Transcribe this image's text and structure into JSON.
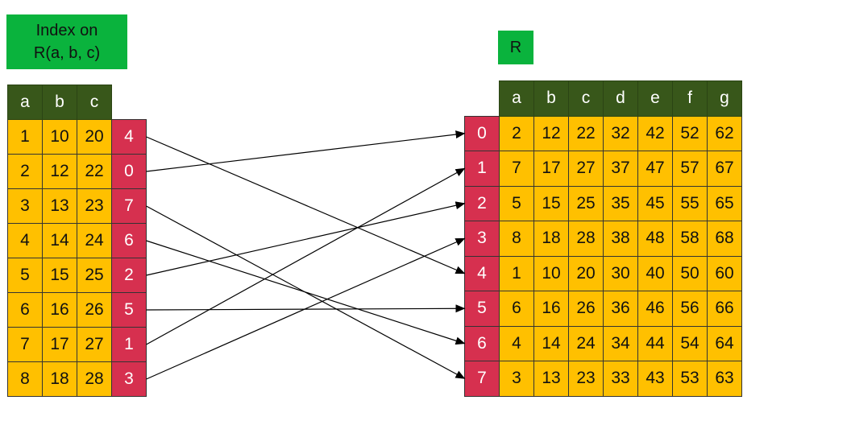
{
  "index_title": "Index on\nR(a, b, c)",
  "relation_title": "R",
  "index_table": {
    "headers": [
      "a",
      "b",
      "c"
    ],
    "rows": [
      {
        "a": "1",
        "b": "10",
        "c": "20",
        "ptr": "4"
      },
      {
        "a": "2",
        "b": "12",
        "c": "22",
        "ptr": "0"
      },
      {
        "a": "3",
        "b": "13",
        "c": "23",
        "ptr": "7"
      },
      {
        "a": "4",
        "b": "14",
        "c": "24",
        "ptr": "6"
      },
      {
        "a": "5",
        "b": "15",
        "c": "25",
        "ptr": "2"
      },
      {
        "a": "6",
        "b": "16",
        "c": "26",
        "ptr": "5"
      },
      {
        "a": "7",
        "b": "17",
        "c": "27",
        "ptr": "1"
      },
      {
        "a": "8",
        "b": "18",
        "c": "28",
        "ptr": "3"
      }
    ]
  },
  "relation_table": {
    "headers": [
      "a",
      "b",
      "c",
      "d",
      "e",
      "f",
      "g"
    ],
    "rows": [
      {
        "id": "0",
        "values": [
          "2",
          "12",
          "22",
          "32",
          "42",
          "52",
          "62"
        ]
      },
      {
        "id": "1",
        "values": [
          "7",
          "17",
          "27",
          "37",
          "47",
          "57",
          "67"
        ]
      },
      {
        "id": "2",
        "values": [
          "5",
          "15",
          "25",
          "35",
          "45",
          "55",
          "65"
        ]
      },
      {
        "id": "3",
        "values": [
          "8",
          "18",
          "28",
          "38",
          "48",
          "58",
          "68"
        ]
      },
      {
        "id": "4",
        "values": [
          "1",
          "10",
          "20",
          "30",
          "40",
          "50",
          "60"
        ]
      },
      {
        "id": "5",
        "values": [
          "6",
          "16",
          "26",
          "36",
          "46",
          "56",
          "66"
        ]
      },
      {
        "id": "6",
        "values": [
          "4",
          "14",
          "24",
          "34",
          "44",
          "54",
          "64"
        ]
      },
      {
        "id": "7",
        "values": [
          "3",
          "13",
          "23",
          "33",
          "43",
          "53",
          "63"
        ]
      }
    ]
  },
  "colors": {
    "label_green": "#0ab33d",
    "header_dark_green": "#38571a",
    "cell_amber": "#ffc000",
    "pointer_red": "#d6304f",
    "arrow_black": "#000000"
  }
}
